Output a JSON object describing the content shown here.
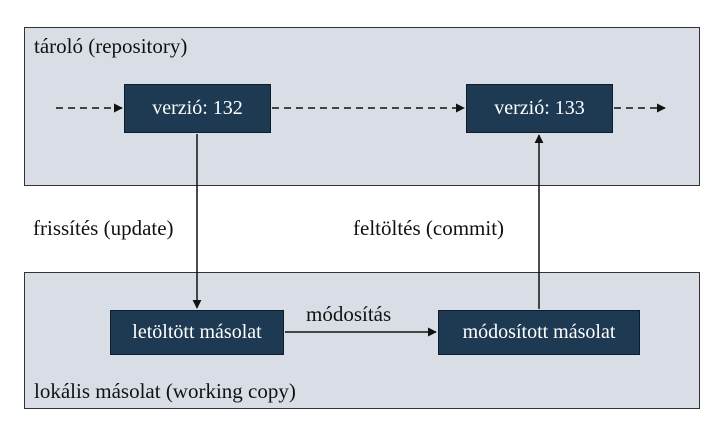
{
  "repository": {
    "label": "tároló (repository)",
    "version_left": "verzió: 132",
    "version_right": "verzió: 133"
  },
  "local": {
    "label": "lokális másolat (working copy)",
    "downloaded": "letöltött másolat",
    "modified": "módosított másolat"
  },
  "edges": {
    "update": "frissítés (update)",
    "commit": "feltöltés (commit)",
    "modify": "módosítás"
  },
  "colors": {
    "panel_fill": "#d9dee6",
    "box_fill": "#1d3a52",
    "box_text": "#ffffff",
    "line": "#111111"
  }
}
